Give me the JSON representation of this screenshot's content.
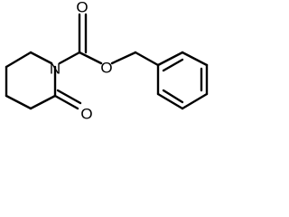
{
  "structure": {
    "atom_labels": {
      "ring_nitrogen": "N",
      "carbamate_carbonyl_oxygen": "O",
      "ester_oxygen": "O",
      "lactam_oxygen": "O"
    }
  }
}
